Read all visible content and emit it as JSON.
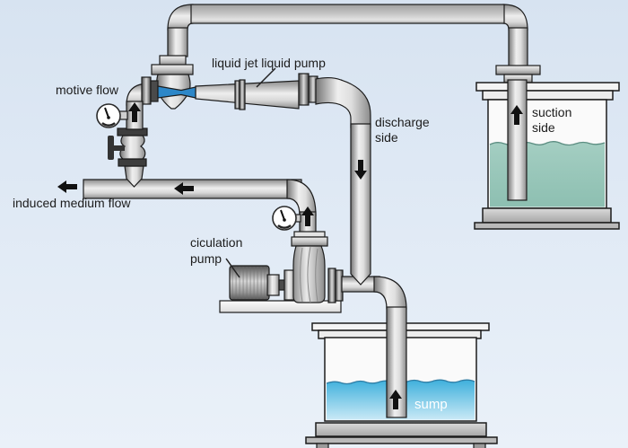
{
  "diagram": {
    "title": "liquid jet liquid pump",
    "type": "process-flow schematic",
    "labels": {
      "jet_pump": "liquid jet liquid pump",
      "motive_flow": "motive flow",
      "discharge_side": [
        "discharge",
        "side"
      ],
      "suction_side": [
        "suction",
        "side"
      ],
      "induced_medium_flow": "induced medium flow",
      "circulation_pump": [
        "ciculation",
        "pump"
      ],
      "sump": "sump"
    },
    "flow_arrows": [
      {
        "location": "motive line above valve",
        "direction": "up"
      },
      {
        "location": "discharge side pipe",
        "direction": "down"
      },
      {
        "location": "induced medium pipe (in pipe)",
        "direction": "left"
      },
      {
        "location": "induced medium pipe (outlet)",
        "direction": "left"
      },
      {
        "location": "circulation pump discharge",
        "direction": "up"
      },
      {
        "location": "sump suction pipe",
        "direction": "up"
      },
      {
        "location": "suction side tank pipe",
        "direction": "up"
      }
    ],
    "gauges": [
      {
        "location": "motive line"
      },
      {
        "location": "circulation pump discharge"
      }
    ],
    "icons": {
      "flow_arrow": "solid black triangle-tailed arrow",
      "pressure_gauge": "white round dial with needle",
      "valve": "globe valve with dark handwheel",
      "pump": "motor-driven centrifugal pump"
    },
    "colors": {
      "background_top": "#d7e3f1",
      "background_bottom": "#eaf1f9",
      "nozzle_blue": "#2d87c8",
      "sump_water_top": "#3fb0dc",
      "sump_water_bottom": "#c9e9f6",
      "suction_water_top": "#a4cec2",
      "suction_water_bottom": "#8dbfb1",
      "text": "#1c1c1c",
      "sump_label": "#ffffff",
      "arrow": "#111111"
    }
  }
}
